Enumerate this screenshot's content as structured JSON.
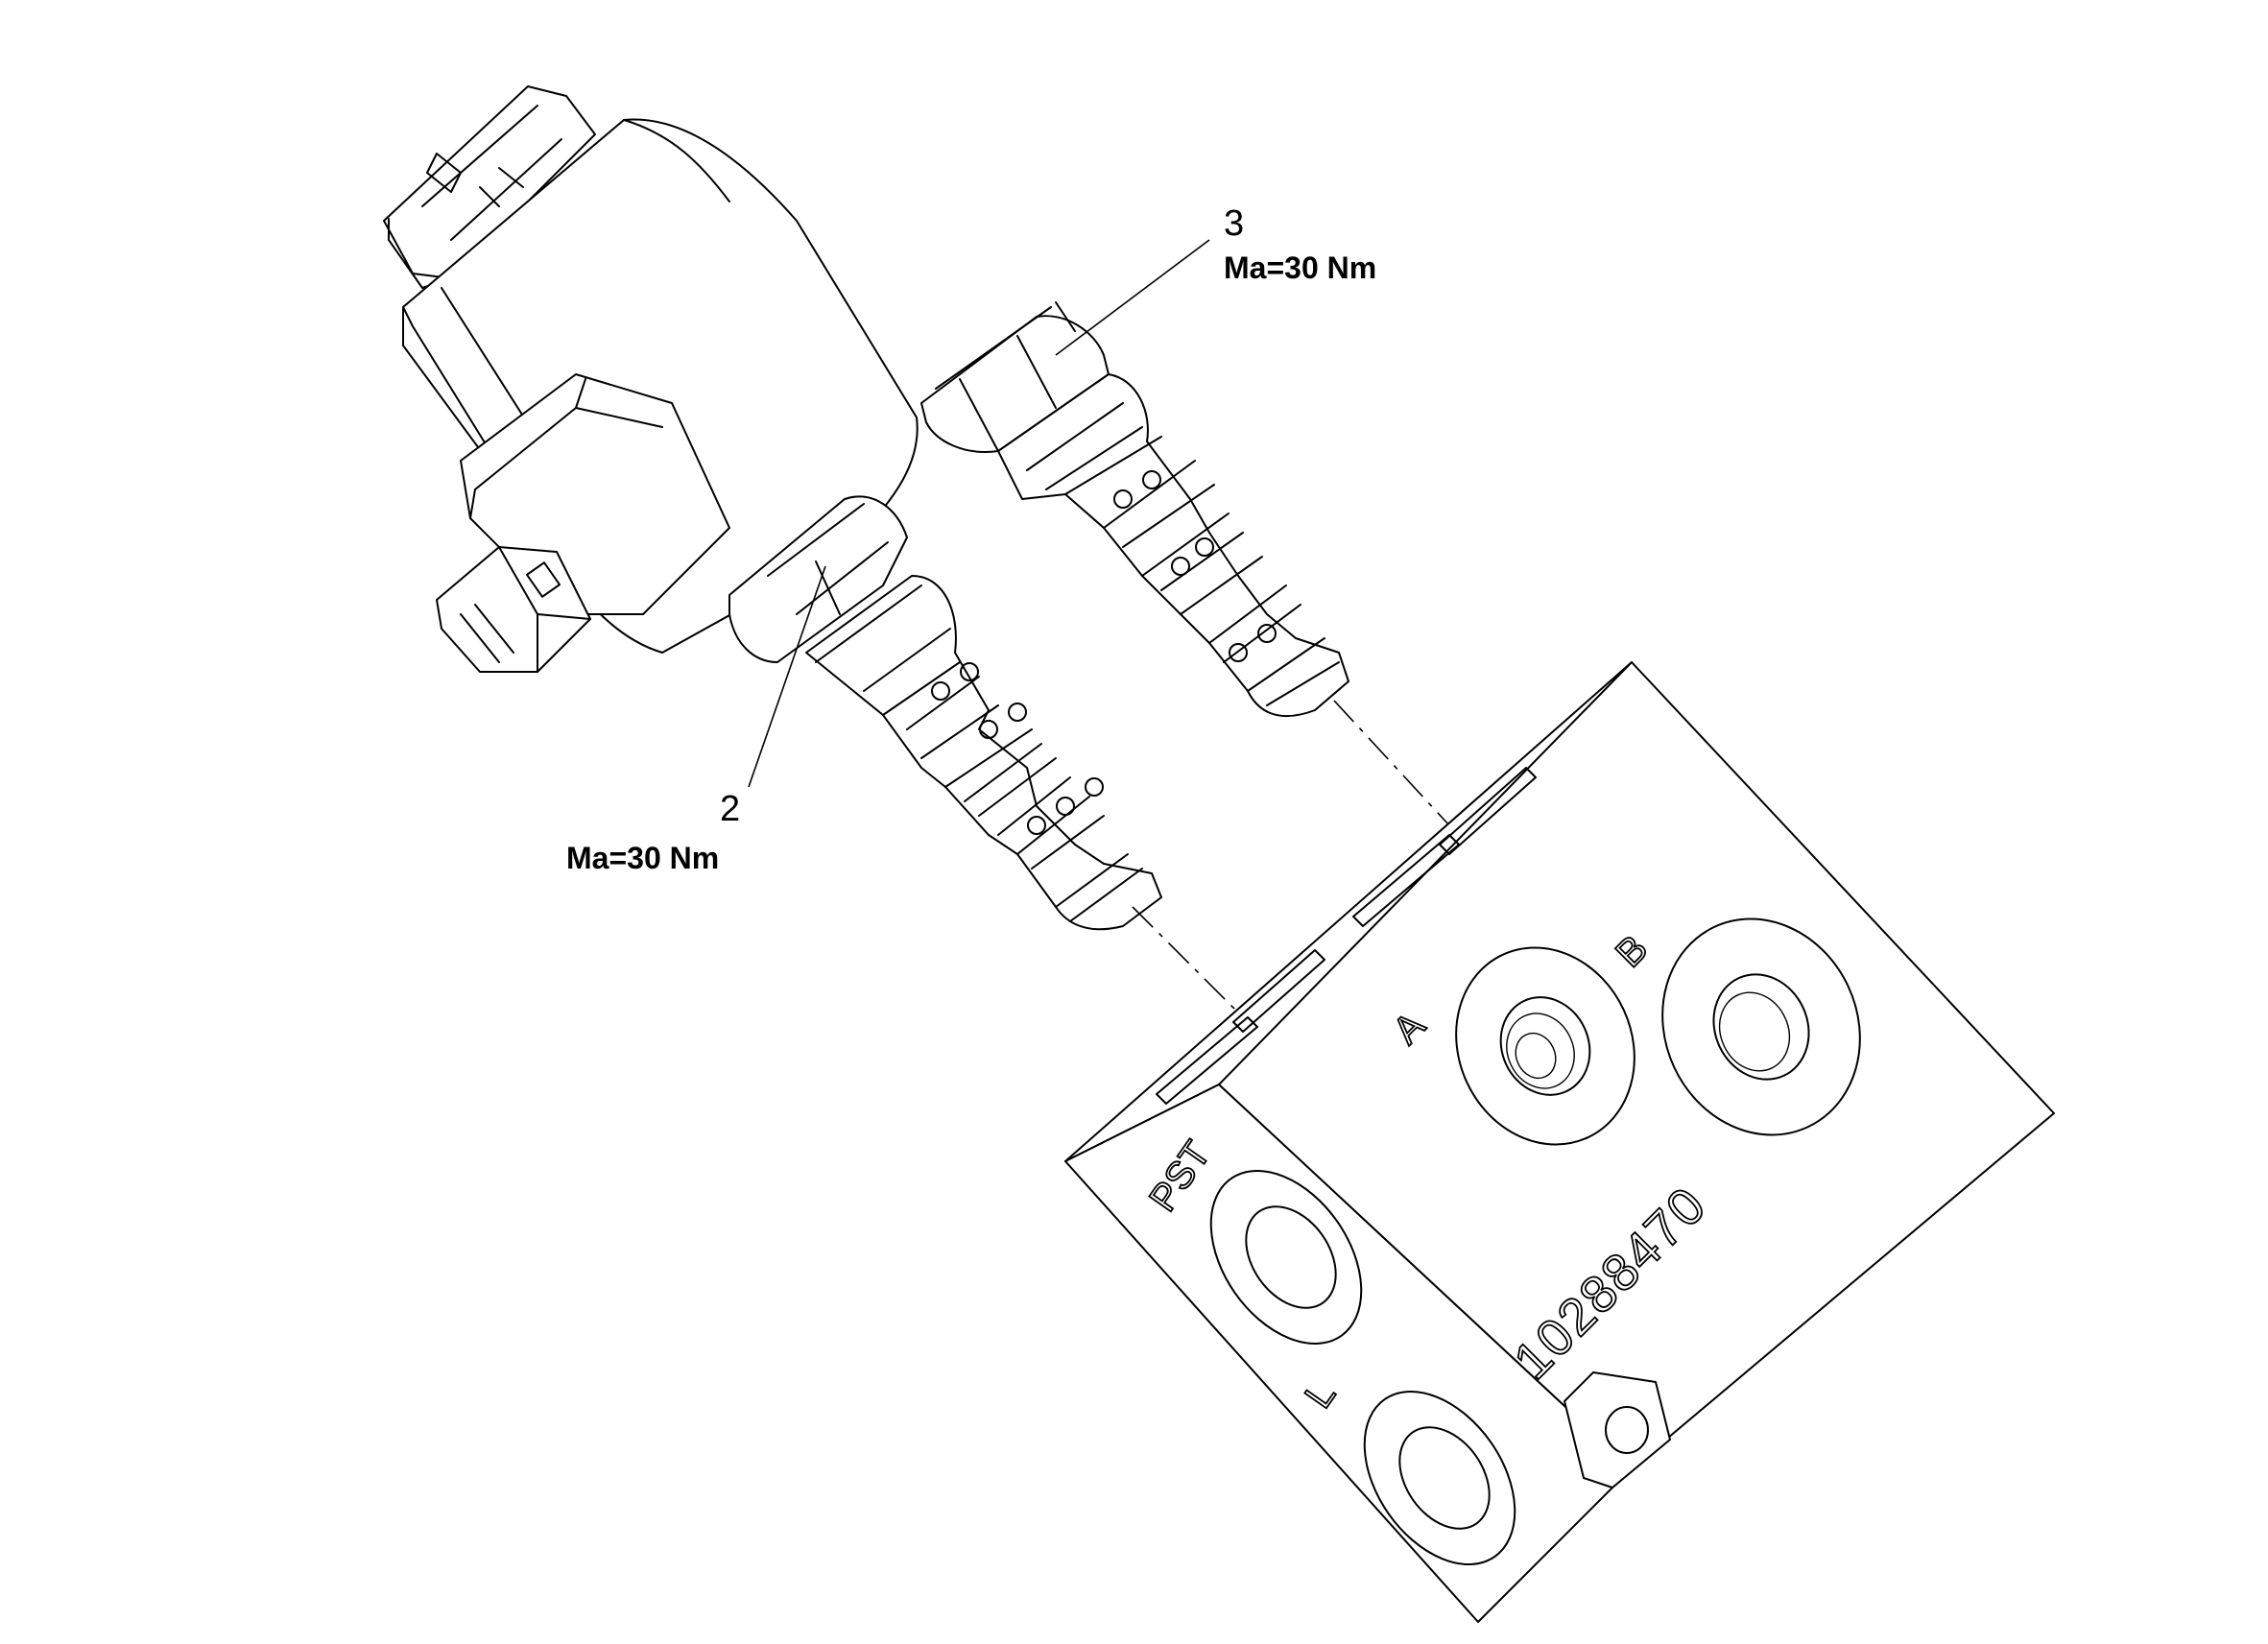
{
  "callouts": [
    {
      "number": "2",
      "torque": "Ma=30 Nm"
    },
    {
      "number": "3",
      "torque": "Ma=30 Nm"
    }
  ],
  "ports": {
    "a": "A",
    "b": "B",
    "pst": "PST",
    "l": "L"
  },
  "part_number": "10288470",
  "line_color": "#000000",
  "background_color": "#ffffff"
}
